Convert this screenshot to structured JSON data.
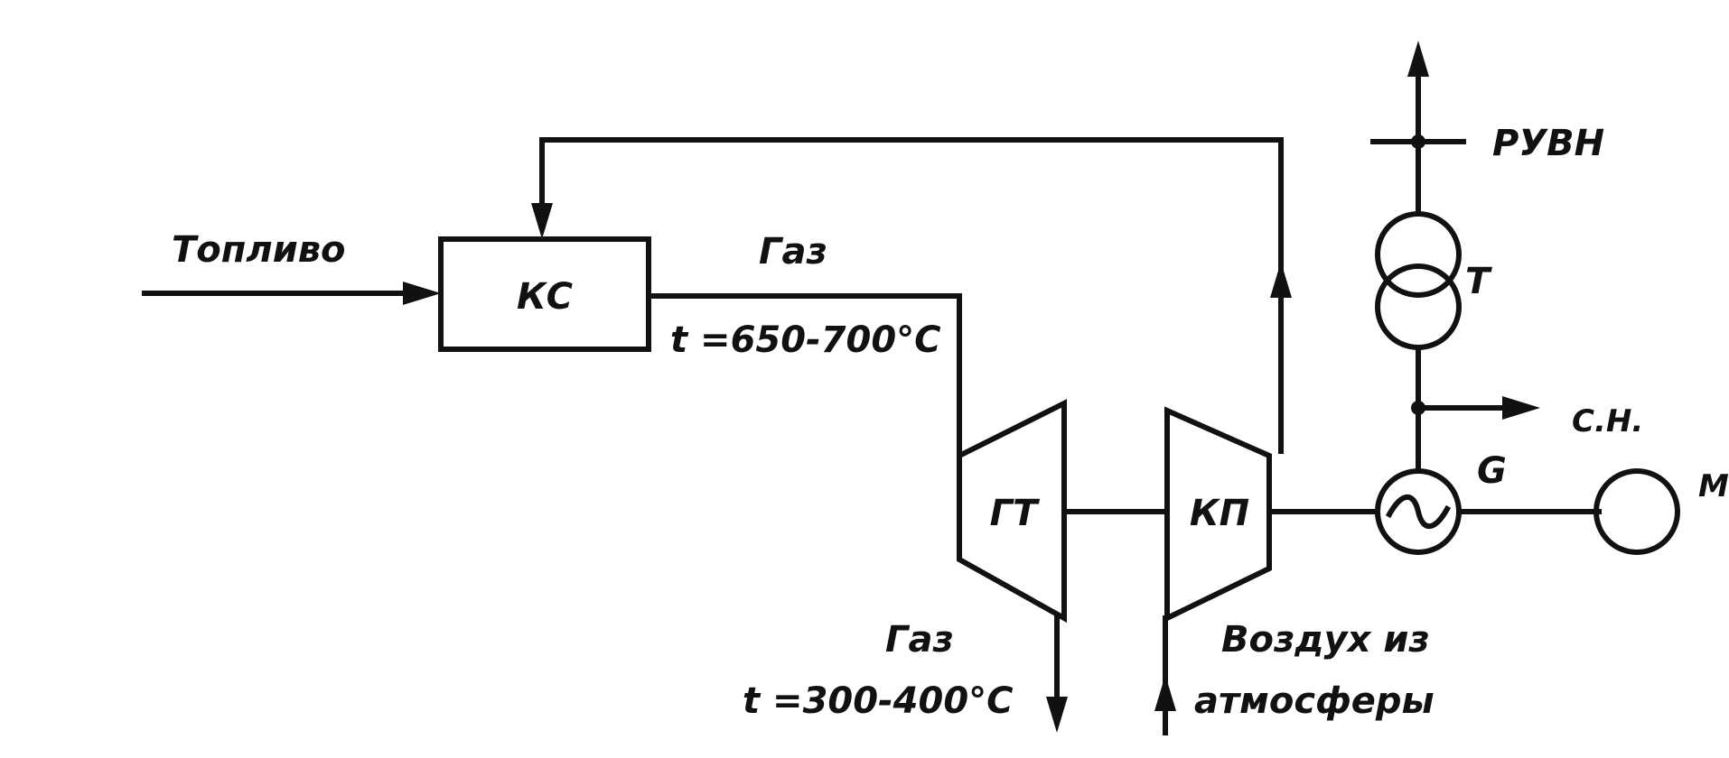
{
  "labels": {
    "fuel": "Топливо",
    "combustion_chamber": "КС",
    "gas_hot": "Газ",
    "temp_hot": "t =650-700°C",
    "gas_turbine": "ГТ",
    "compressor": "КП",
    "gas_exhaust": "Газ",
    "temp_exhaust": "t =300-400°C",
    "air_line1": "Воздух из",
    "air_line2": "атмосферы",
    "generator": "G",
    "motor": "М",
    "transformer": "Т",
    "switchgear": "РУВН",
    "aux_load": "С.Н."
  }
}
